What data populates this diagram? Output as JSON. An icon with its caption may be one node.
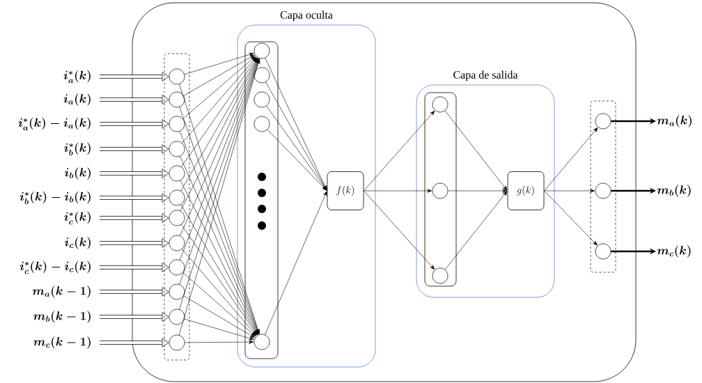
{
  "diagram": {
    "nodes": [
      {
        "text": [],
        "shape": "box"
      },
      {
        "text": [
          "i_a^*(k)"
        ]
      },
      {
        "text": [
          "i_a(k)"
        ]
      },
      {
        "text": [
          "i_a^*(k)-i_a(k)"
        ]
      },
      {
        "text": [
          "i_b^*(k)"
        ]
      },
      {
        "text": [
          "i_b(k)"
        ]
      },
      {
        "text": [
          "i_b^*(k)-i_b(k)"
        ]
      },
      {
        "text": [
          "i_c^*(k)"
        ]
      },
      {
        "text": [
          "i_c(k)"
        ]
      },
      {
        "text": [
          "i_c^*(k)-i_c(k)"
        ]
      },
      {
        "text": [
          "m_a(k-1)"
        ]
      },
      {
        "text": [
          "m_b(k-1)"
        ]
      },
      {
        "text": [
          "m_c(k-1)"
        ]
      },
      {
        "text": [],
        "shape": "box",
        "in": 0
      },
      {
        "text": [],
        "shape": "circle",
        "in": 13
      },
      {
        "text": [],
        "shape": "circle",
        "in": 13
      },
      {
        "text": [],
        "shape": "circle",
        "in": 13
      },
      {
        "text": [],
        "shape": "circle",
        "in": 13
      },
      {
        "text": [],
        "shape": "circle",
        "in": 13
      },
      {
        "text": [],
        "shape": "circle",
        "in": 13
      },
      {
        "text": [],
        "shape": "circle",
        "in": 13
      },
      {
        "text": [],
        "shape": "circle",
        "in": 13
      },
      {
        "text": [],
        "shape": "circle",
        "in": 13
      },
      {
        "text": [],
        "shape": "circle",
        "in": 13
      },
      {
        "text": [],
        "shape": "circle",
        "in": 13
      },
      {
        "text": [],
        "shape": "circle",
        "in": 13
      },
      {
        "text": [
          "Capa oculta"
        ],
        "in": 0
      },
      {
        "text": [],
        "shape": "box",
        "in": 26
      },
      {
        "text": [],
        "shape": "circle",
        "in": 27
      },
      {
        "text": [],
        "shape": "circle",
        "in": 27
      },
      {
        "text": [],
        "shape": "circle",
        "in": 27
      },
      {
        "text": [],
        "shape": "circle",
        "in": 27
      },
      {
        "text": [],
        "shape": "circle",
        "in": 27
      },
      {
        "text": [
          "f(k)"
        ],
        "in": 26
      },
      {
        "text": [
          "Capa de salida"
        ],
        "in": 0
      },
      {
        "text": [],
        "shape": "box",
        "in": 34
      },
      {
        "text": [],
        "shape": "circle",
        "in": 35
      },
      {
        "text": [],
        "shape": "circle",
        "in": 35
      },
      {
        "text": [],
        "shape": "circle",
        "in": 35
      },
      {
        "text": [
          "g(k)"
        ],
        "in": 34
      },
      {
        "text": [],
        "shape": "box",
        "in": 0
      },
      {
        "text": [],
        "shape": "circle",
        "in": 40
      },
      {
        "text": [],
        "shape": "circle",
        "in": 40
      },
      {
        "text": [],
        "shape": "circle",
        "in": 40
      },
      {
        "text": [
          "m_a(k)"
        ]
      },
      {
        "text": [
          "m_b(k)"
        ]
      },
      {
        "text": [
          "m_c(k)"
        ]
      }
    ],
    "edges": [
      {
        "from": 1,
        "to": 14,
        "arrow": "to",
        "style": "thick"
      },
      {
        "from": 2,
        "to": 15,
        "arrow": "to",
        "style": "thick"
      },
      {
        "from": 3,
        "to": 16,
        "arrow": "to",
        "style": "thick"
      },
      {
        "from": 4,
        "to": 17,
        "arrow": "to",
        "style": "thick"
      },
      {
        "from": 5,
        "to": 18,
        "arrow": "to",
        "style": "thick"
      },
      {
        "from": 6,
        "to": 19,
        "arrow": "to",
        "style": "thick"
      },
      {
        "from": 7,
        "to": 20,
        "arrow": "to",
        "style": "thick"
      },
      {
        "from": 8,
        "to": 21,
        "arrow": "to",
        "style": "thick"
      },
      {
        "from": 9,
        "to": 22,
        "arrow": "to",
        "style": "thick"
      },
      {
        "from": 10,
        "to": 23,
        "arrow": "to",
        "style": "thick"
      },
      {
        "from": 11,
        "to": 24,
        "arrow": "to",
        "style": "thick"
      },
      {
        "from": 12,
        "to": 25,
        "arrow": "to",
        "style": "thick"
      },
      {
        "from": 14,
        "to": 28,
        "arrow": "to"
      },
      {
        "from": 15,
        "to": 28,
        "arrow": "to"
      },
      {
        "from": 16,
        "to": 28,
        "arrow": "to"
      },
      {
        "from": 17,
        "to": 28,
        "arrow": "to"
      },
      {
        "from": 18,
        "to": 28,
        "arrow": "to"
      },
      {
        "from": 19,
        "to": 28,
        "arrow": "to"
      },
      {
        "from": 20,
        "to": 28,
        "arrow": "to"
      },
      {
        "from": 21,
        "to": 28,
        "arrow": "to"
      },
      {
        "from": 22,
        "to": 28,
        "arrow": "to"
      },
      {
        "from": 23,
        "to": 28,
        "arrow": "to"
      },
      {
        "from": 24,
        "to": 28,
        "arrow": "to"
      },
      {
        "from": 25,
        "to": 28,
        "arrow": "to"
      },
      {
        "from": 14,
        "to": 32,
        "arrow": "to"
      },
      {
        "from": 15,
        "to": 32,
        "arrow": "to"
      },
      {
        "from": 16,
        "to": 32,
        "arrow": "to"
      },
      {
        "from": 17,
        "to": 32,
        "arrow": "to"
      },
      {
        "from": 18,
        "to": 32,
        "arrow": "to"
      },
      {
        "from": 19,
        "to": 32,
        "arrow": "to"
      },
      {
        "from": 20,
        "to": 32,
        "arrow": "to"
      },
      {
        "from": 21,
        "to": 32,
        "arrow": "to"
      },
      {
        "from": 22,
        "to": 32,
        "arrow": "to"
      },
      {
        "from": 23,
        "to": 32,
        "arrow": "to"
      },
      {
        "from": 24,
        "to": 32,
        "arrow": "to"
      },
      {
        "from": 25,
        "to": 32,
        "arrow": "to"
      },
      {
        "from": 28,
        "to": 33,
        "arrow": "to"
      },
      {
        "from": 29,
        "to": 33,
        "arrow": "to"
      },
      {
        "from": 30,
        "to": 33,
        "arrow": "to"
      },
      {
        "from": 31,
        "to": 33,
        "arrow": "to"
      },
      {
        "from": 32,
        "to": 33,
        "arrow": "to"
      },
      {
        "from": 33,
        "to": 36,
        "arrow": "to"
      },
      {
        "from": 33,
        "to": 37,
        "arrow": "to"
      },
      {
        "from": 33,
        "to": 38,
        "arrow": "to"
      },
      {
        "from": 36,
        "to": 39,
        "arrow": "to"
      },
      {
        "from": 37,
        "to": 39,
        "arrow": "to"
      },
      {
        "from": 38,
        "to": 39,
        "arrow": "to"
      },
      {
        "from": 39,
        "to": 41,
        "arrow": "to"
      },
      {
        "from": 39,
        "to": 42,
        "arrow": "to"
      },
      {
        "from": 39,
        "to": 43,
        "arrow": "to"
      },
      {
        "from": 41,
        "to": 44,
        "arrow": "to",
        "style": "thick"
      },
      {
        "from": 42,
        "to": 45,
        "arrow": "to",
        "style": "thick"
      },
      {
        "from": 43,
        "to": 46,
        "arrow": "to",
        "style": "thick"
      }
    ]
  }
}
